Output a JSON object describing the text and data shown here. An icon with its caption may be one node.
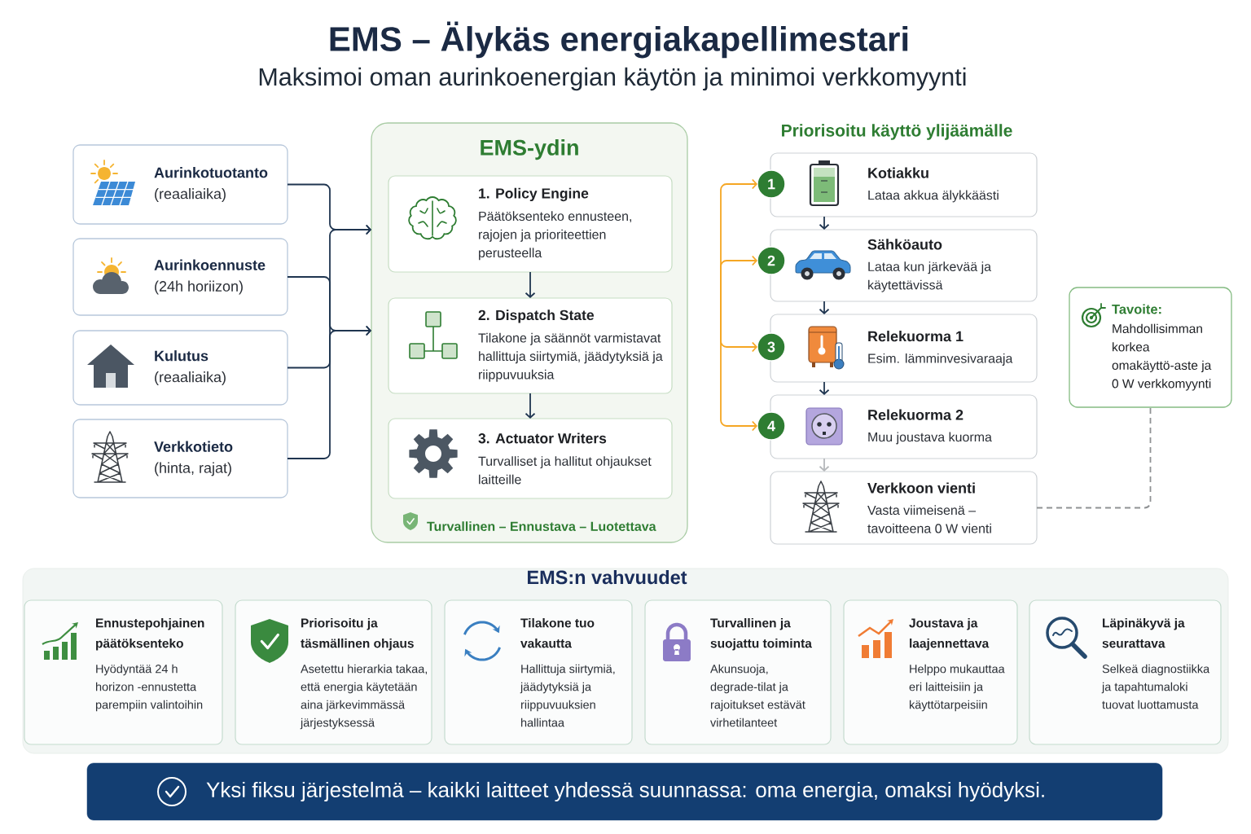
{
  "diagram": {
    "title": "EMS – Älykäs energiakapellimestari",
    "nodes": [
      {
        "text": [
          "Aurinkotuotanto",
          "(reaaliaika)"
        ]
      },
      {
        "text": [
          "Aurinkoennuste",
          "(24h horiizon)"
        ]
      },
      {
        "text": [
          "Kulutus",
          "(reaaliaika)"
        ]
      },
      {
        "text": [
          "Verkkotieto",
          "(hinta, rajat)"
        ]
      },
      {
        "text": [
          "EMS-ydin",
          "Turvallinen – Ennustava – Luotettava"
        ]
      },
      {
        "text": [
          "1. Policy Engine",
          "Päätöksenteko ennusteen, rajojen ja prioriteettien perusteella"
        ],
        "in": 4
      },
      {
        "text": [
          "2. Dispatch State",
          "Tilakone ja säännöt varmistavat hallittuja siirtymiä, jäädytyksiä ja riippuvuuksia"
        ],
        "in": 4
      },
      {
        "text": [
          "3. Actuator Writers",
          "Turvalliset ja hallitut ohjaukset laitteille"
        ],
        "in": 4
      },
      {
        "text": [
          "1"
        ]
      },
      {
        "text": [
          "Kotiakku",
          "Lataa akkua älykkäästi"
        ]
      },
      {
        "text": [
          "2"
        ]
      },
      {
        "text": [
          "Sähköauto",
          "Lataa kun järkevää ja käytettävissä"
        ]
      },
      {
        "text": [
          "3"
        ]
      },
      {
        "text": [
          "Relekuorma 1",
          "Esim. lämminvesivaraaja"
        ]
      },
      {
        "text": [
          "4"
        ]
      },
      {
        "text": [
          "Relekuorma 2",
          "Muu joustava kuorma"
        ]
      },
      {
        "text": [
          "Verkkoon vienti",
          "Vasta viimeisenä – tavoitteena 0 W vienti"
        ]
      },
      {
        "text": [
          "Tavoite:",
          "Mahdollisimman korkea omakäyttö-aste ja 0 W verkkomyynti"
        ]
      },
      {
        "text": [
          "EMS:n vahvuudet"
        ]
      },
      {
        "text": [
          "Ennustepohjainen päätöksenteko",
          "Hyödyntää 24 h horizon -ennustetta parempiin valintoihin"
        ],
        "in": 18
      },
      {
        "text": [
          "Priorisoitu ja täsmällinen ohjaus",
          "Asetettu hierarkia takaa, että energia käytetään aina järkevimmässä järjestyksessä"
        ],
        "in": 18
      },
      {
        "text": [
          "Tilakone tuo vakautta",
          "Hallittuja siirtymiä, jäädytyksiä ja riippuvuuksien hallintaa"
        ],
        "in": 18
      },
      {
        "text": [
          "Turvallinen ja suojattu toiminta",
          "Akunsuoja, degrade-tilat ja rajoitukset estävät virhetilanteet"
        ],
        "in": 18
      },
      {
        "text": [
          "Joustava ja laajennettava",
          "Helppo mukauttaa eri laitteisiin ja käyttötarpeisiin"
        ],
        "in": 18
      },
      {
        "text": [
          "Läpinäkyvä ja seurattava",
          "Selkeä diagnostiikka ja tapahtumaloki tuovat luottamusta"
        ],
        "in": 18
      },
      {
        "text": [
          "Yksi fiksu järjestelmä – kaikki laitteet yhdessä suunnassa: oma energia, omaksi hyödyksi."
        ]
      }
    ],
    "edges": [
      {
        "from": 0,
        "to": 4,
        "arrow": "to"
      },
      {
        "from": 1,
        "to": 4,
        "arrow": "to"
      },
      {
        "from": 2,
        "to": 4,
        "arrow": "to"
      },
      {
        "from": 3,
        "to": 4,
        "arrow": "to"
      },
      {
        "from": 5,
        "to": 6,
        "arrow": "to"
      },
      {
        "from": 6,
        "to": 7,
        "arrow": "to"
      },
      {
        "from": null,
        "to": 8,
        "arrow": "to",
        "color": "#f5a623"
      },
      {
        "from": null,
        "to": 10,
        "arrow": "to",
        "color": "#f5a623"
      },
      {
        "from": null,
        "to": 12,
        "arrow": "to",
        "color": "#f5a623"
      },
      {
        "from": null,
        "to": 14,
        "arrow": "to",
        "color": "#f5a623"
      },
      {
        "from": 9,
        "to": 11,
        "arrow": "to"
      },
      {
        "from": 11,
        "to": 13,
        "arrow": "to"
      },
      {
        "from": 13,
        "to": 15,
        "arrow": "to"
      },
      {
        "from": 15,
        "to": 16,
        "arrow": "to",
        "color": "#b5b8bb"
      },
      {
        "from": 16,
        "to": 17,
        "arrow": "none",
        "style": "dashed",
        "color": "#8f9294"
      }
    ],
    "labels": [
      "Maksimoi oman aurinkoenergian käytön ja minimoi verkkomyynti",
      "Priorisoitu käyttö ylijäämälle"
    ]
  }
}
